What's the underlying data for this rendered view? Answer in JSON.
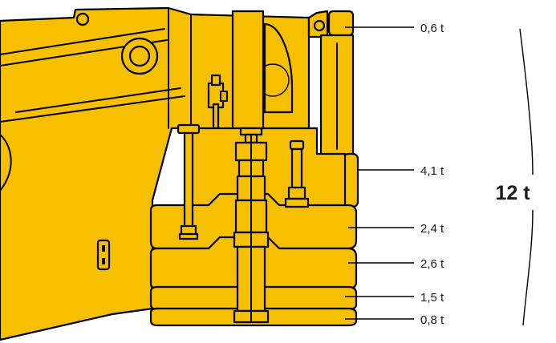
{
  "counterweights": [
    {
      "label": "0,6 t"
    },
    {
      "label": "4,1 t"
    },
    {
      "label": "2,4 t"
    },
    {
      "label": "2,6 t"
    },
    {
      "label": "1,5 t"
    },
    {
      "label": "0,8 t"
    }
  ],
  "total": {
    "label": "12 t"
  },
  "colors": {
    "machine": "#f6c000",
    "outline": "#000000"
  }
}
